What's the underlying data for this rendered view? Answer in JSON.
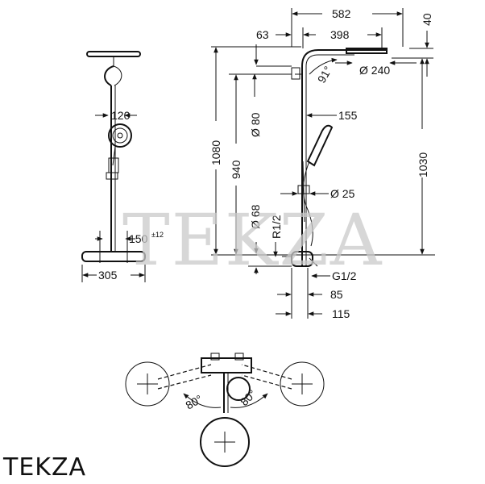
{
  "watermark": "TEKZA",
  "brand_label": "TEKZA",
  "front_view": {
    "dims": {
      "rail_to_head": "120",
      "mixer_spacing": "150",
      "mixer_spacing_tol": "±12",
      "mixer_width": "305"
    }
  },
  "side_view": {
    "dims": {
      "overall_reach": "582",
      "arm_length": "398",
      "offset_63": "63",
      "head_height": "40",
      "head_diameter": "Ø 240",
      "arm_angle": "91°",
      "height_1080": "1080",
      "height_940": "940",
      "height_1030": "1030",
      "rail_diameter": "Ø 80",
      "handshower_155": "155",
      "hose_diameter": "Ø 25",
      "mixer_diameter": "Ø 68",
      "inlet_thread_r": "R1/2",
      "inlet_thread_g": "G1/2",
      "depth_85": "85",
      "depth_115": "115"
    }
  },
  "top_view": {
    "dims": {
      "swivel_left": "80°",
      "swivel_right": "80°"
    }
  }
}
